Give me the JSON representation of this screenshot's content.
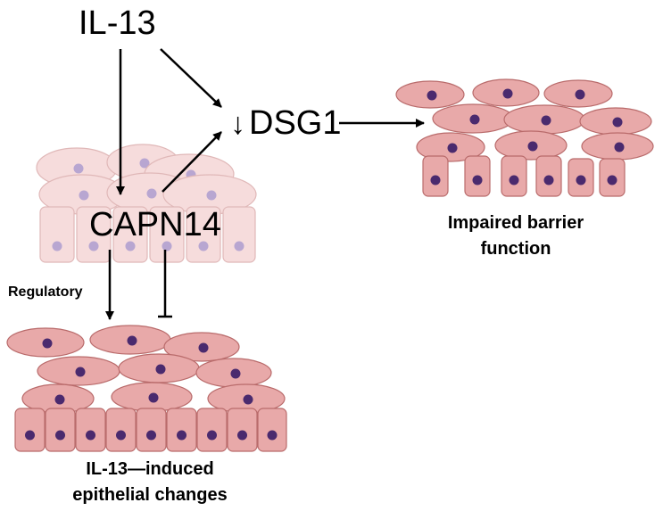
{
  "labels": {
    "il13": "IL-13",
    "dsg1_arrow": "↓",
    "dsg1": "DSG1",
    "capn14": "CAPN14",
    "regulatory": "Regulatory",
    "barrier_line1": "Impaired barrier",
    "barrier_line2": "function",
    "changes_line1": "IL-13—induced",
    "changes_line2": "epithelial changes"
  },
  "colors": {
    "cell_fill": "#e8a9a9",
    "cell_stroke": "#b96b6b",
    "nucleus": "#4a2a6e",
    "faded_cell_fill": "#f6dcdc",
    "faded_cell_stroke": "#e0b8b8",
    "faded_nucleus": "#b8a6d1",
    "arrow": "#000000"
  }
}
